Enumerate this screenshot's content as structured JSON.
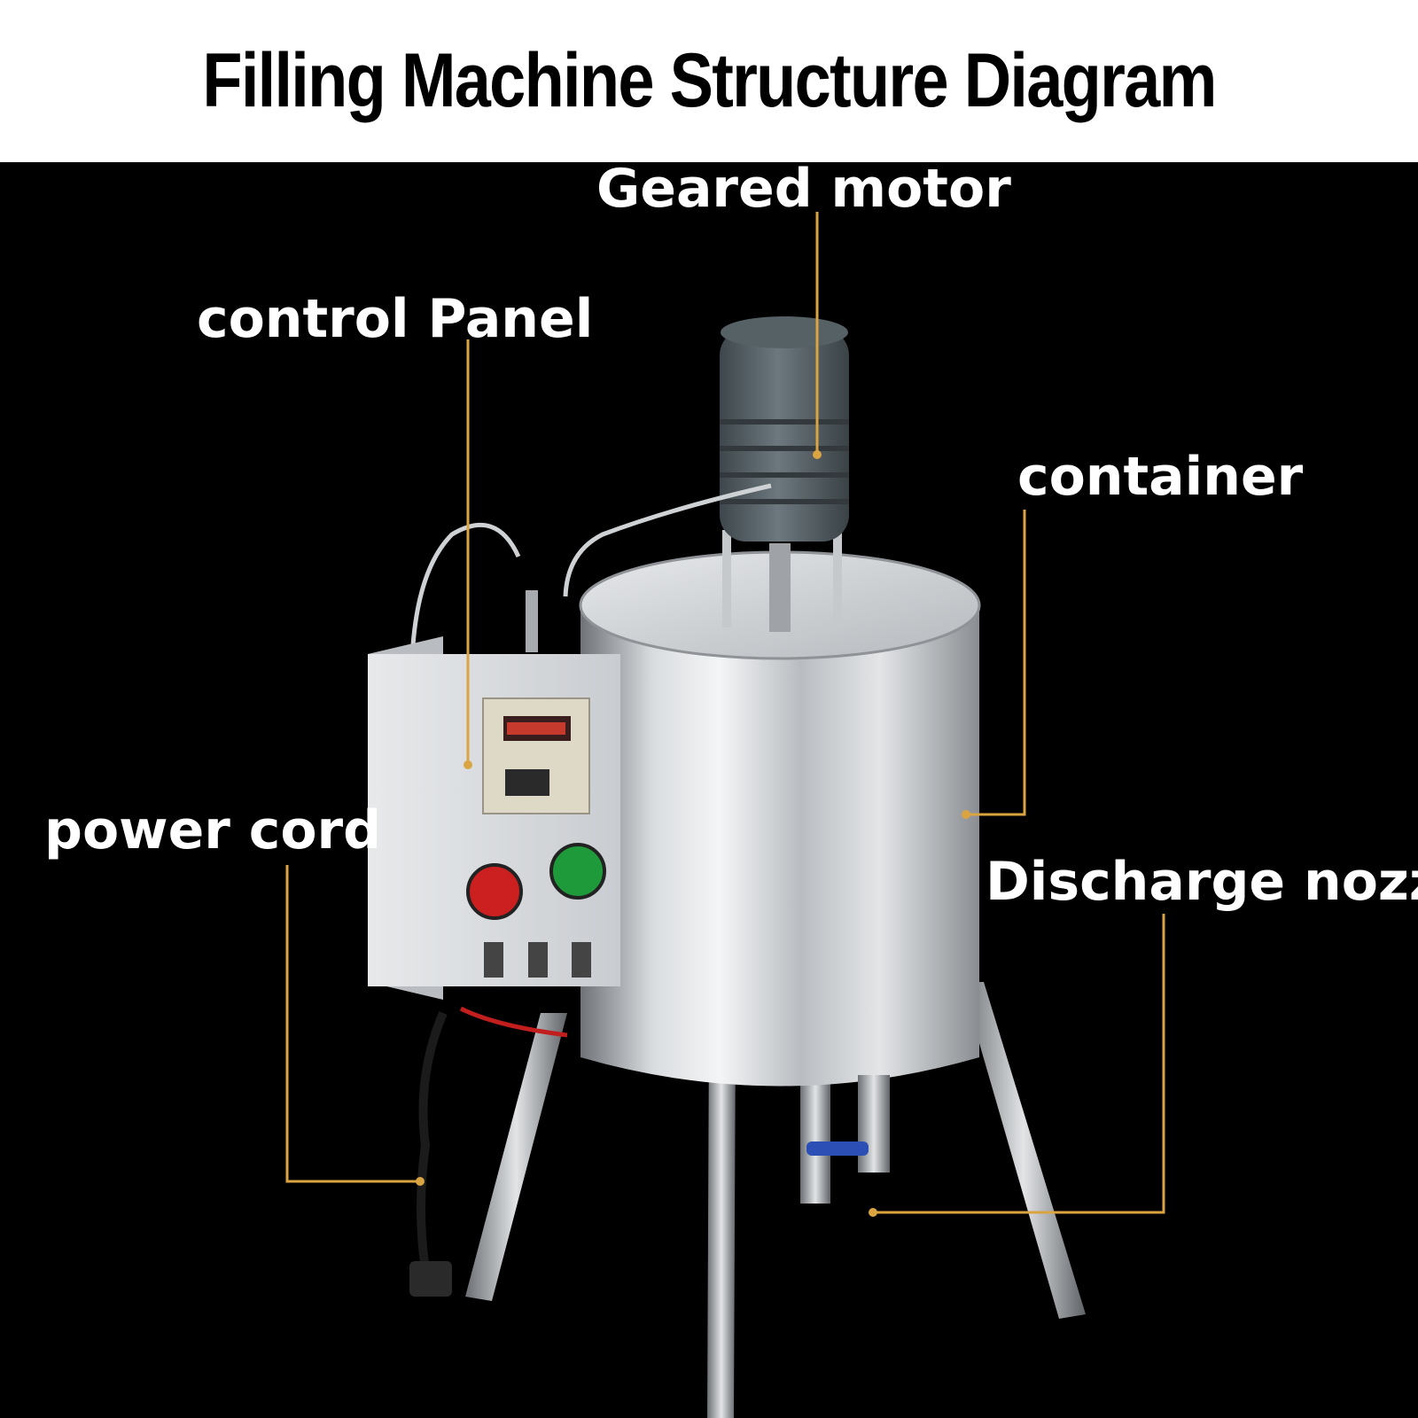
{
  "title": "Filling Machine Structure Diagram",
  "labels": {
    "geared_motor": "Geared motor",
    "control_panel": "control Panel",
    "container": "container",
    "power_cord": "power cord",
    "discharge_nozzle": "Discharge nozzle"
  },
  "colors": {
    "background": "#000000",
    "header_background": "#ffffff",
    "leader_line": "#d9a441",
    "label_text": "#ffffff",
    "title_text": "#000000"
  }
}
